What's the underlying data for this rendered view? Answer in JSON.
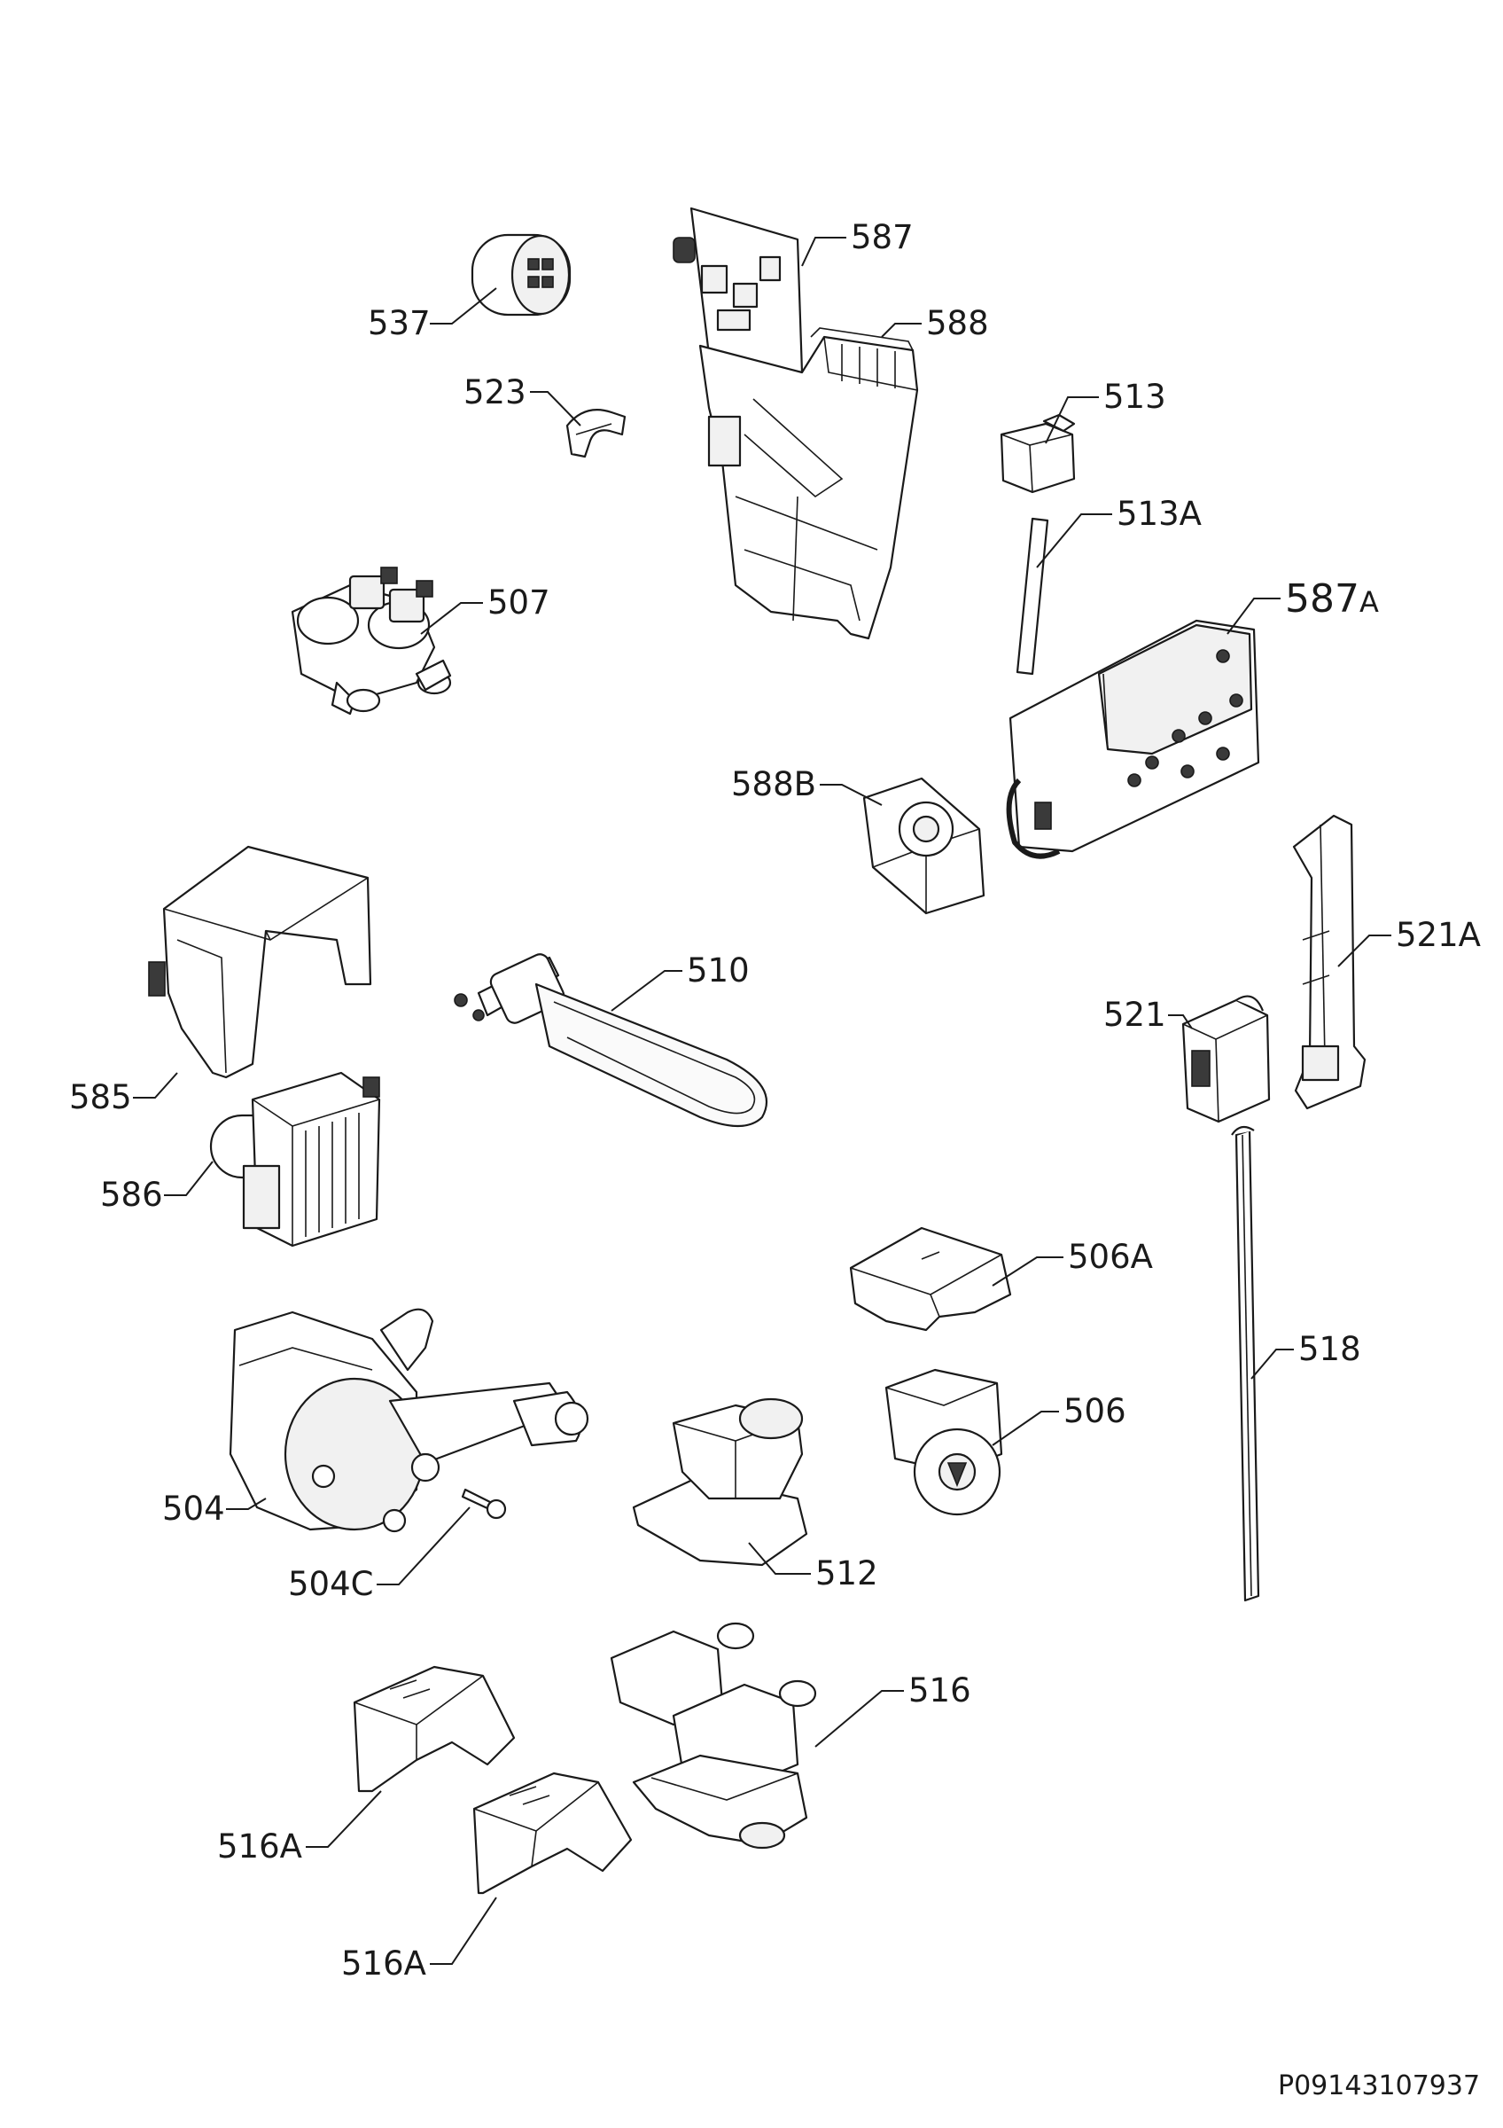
{
  "diagram": {
    "document_code": "P09143107937",
    "callouts": {
      "c537": "537",
      "c523": "523",
      "c587": "587",
      "c588": "588",
      "c513": "513",
      "c513A": "513A",
      "c587A_num": "587",
      "c587A_suffix": "A",
      "c507": "507",
      "c588B": "588B",
      "c585": "585",
      "c510": "510",
      "c521A": "521A",
      "c521": "521",
      "c586": "586",
      "c506A": "506A",
      "c518": "518",
      "c506": "506",
      "c504": "504",
      "c504C": "504C",
      "c512": "512",
      "c516": "516",
      "c516A_1": "516A",
      "c516A_2": "516A"
    }
  }
}
